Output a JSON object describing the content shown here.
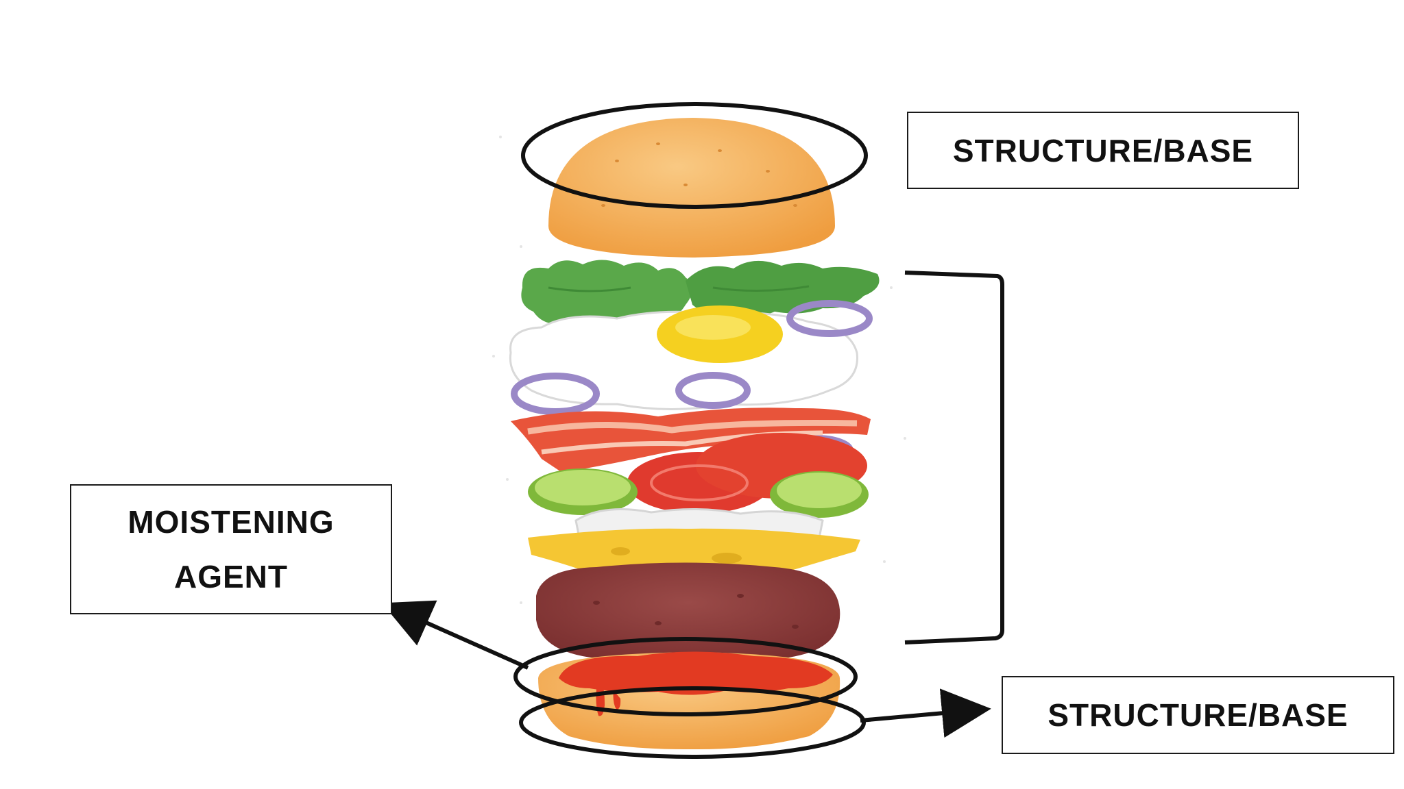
{
  "labels": {
    "top_base": "STRUCTURE/BASE",
    "moistening_line1": "MOISTENING",
    "moistening_line2": "AGENT",
    "bottom_base": "STRUCTURE/BASE"
  },
  "colors": {
    "bun": "#f2a64a",
    "bun_light": "#f7c77a",
    "lettuce": "#5aa84a",
    "lettuce_dark": "#3f8a36",
    "egg_white": "#ffffff",
    "yolk": "#f5d020",
    "onion": "#9a88c7",
    "bacon": "#e8543a",
    "tomato": "#e03a2e",
    "cucumber": "#8cc640",
    "cheese": "#f5c633",
    "patty": "#8a3b3a",
    "ketchup": "#e23a22",
    "outline": "#111111"
  },
  "icons": [
    "arrow-icon",
    "bracket-icon"
  ]
}
